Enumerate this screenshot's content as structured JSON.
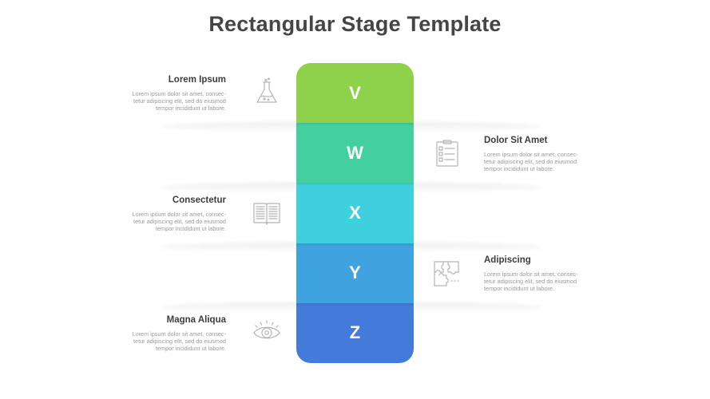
{
  "title": "Rectangular Stage Template",
  "colors": {
    "stage_v": "#8ed14b",
    "stage_w": "#44cfa0",
    "stage_x": "#3fd0de",
    "stage_y": "#3ea3df",
    "stage_z": "#447bdb"
  },
  "stages": [
    {
      "letter": "V",
      "title": "Lorem Ipsum",
      "desc": "Lorem ipsum dolor sit amet, consec-tetur adipiscing elit, sed do eiusmod tempor incididunt ut labore.",
      "icon": "flask-icon",
      "side": "left"
    },
    {
      "letter": "W",
      "title": "Dolor Sit Amet",
      "desc": "Lorem ipsum dolor sit amet, consec-tetur adipiscing elit, sed do eiusmod tempor incididunt ut labore.",
      "icon": "clipboard-checklist-icon",
      "side": "right"
    },
    {
      "letter": "X",
      "title": "Consectetur",
      "desc": "Lorem ipsum dolor sit amet, consec-tetur adipiscing elit, sed do eiusmod tempor incididunt ut labore.",
      "icon": "open-book-icon",
      "side": "left"
    },
    {
      "letter": "Y",
      "title": "Adipiscing",
      "desc": "Lorem ipsum dolor sit amet, consec-tetur adipiscing elit, sed do eiusmod tempor incididunt ut labore.",
      "icon": "puzzle-icon",
      "side": "right"
    },
    {
      "letter": "Z",
      "title": "Magna Aliqua",
      "desc": "Lorem ipsum dolor sit amet, consec-tetur adipiscing elit, sed do eiusmod tempor incididunt ut labore.",
      "icon": "eye-icon",
      "side": "left"
    }
  ]
}
